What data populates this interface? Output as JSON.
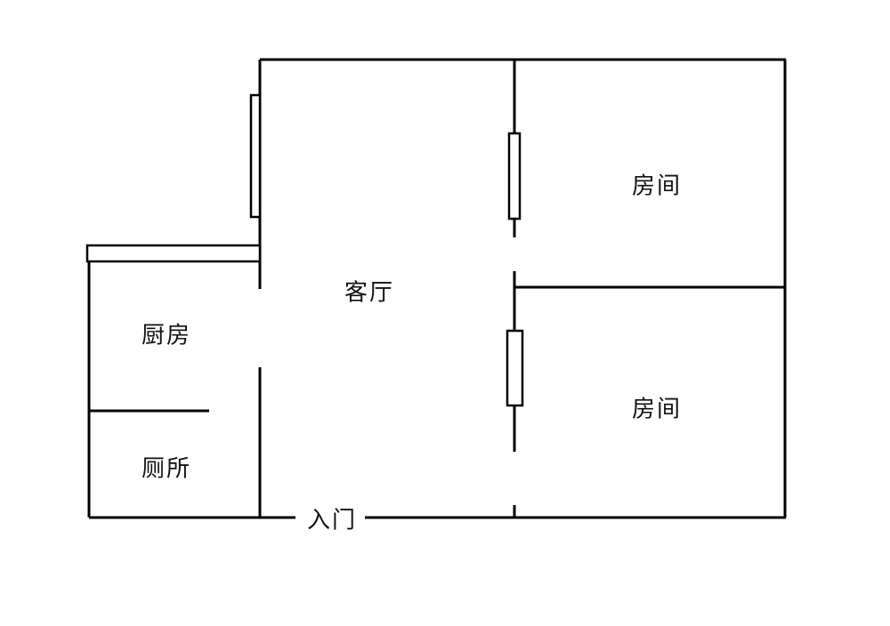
{
  "rooms": {
    "living_room": "客厅",
    "bedroom_top": "房间",
    "bedroom_bottom": "房间",
    "kitchen": "厨房",
    "toilet": "厕所"
  },
  "entrance": "入门",
  "colors": {
    "line": "#000000",
    "background": "#ffffff"
  }
}
